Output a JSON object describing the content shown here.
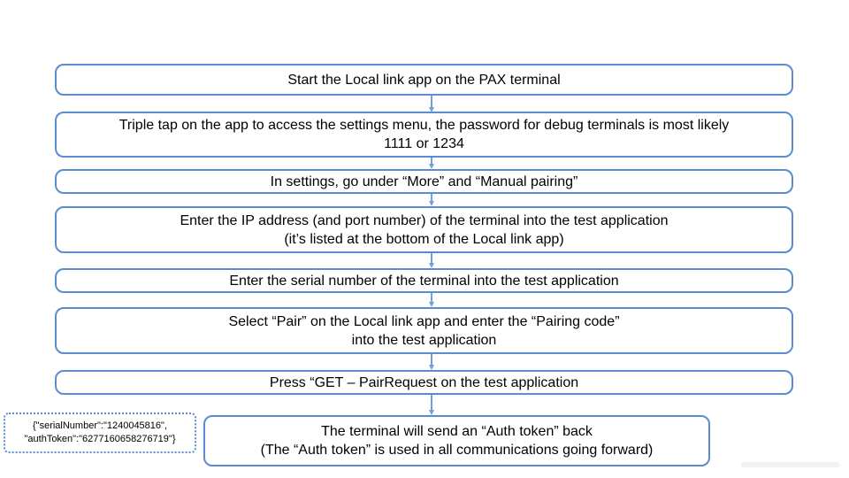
{
  "diagram": {
    "type": "flowchart",
    "colors": {
      "box_border": "#5b8bd0",
      "arrow": "#6fa0dd",
      "text": "#000000",
      "background": "#ffffff"
    },
    "steps": [
      {
        "lines": [
          "Start the Local link app on the PAX terminal"
        ]
      },
      {
        "lines": [
          "Triple tap on the app to access the settings menu, the password for debug terminals is most likely",
          "1111 or 1234"
        ]
      },
      {
        "lines": [
          "In settings, go under “More” and “Manual pairing”"
        ]
      },
      {
        "lines": [
          "Enter the IP address (and port number) of the terminal into the test application",
          "(it’s listed at the bottom of the Local link app)"
        ]
      },
      {
        "lines": [
          "Enter the serial number of the terminal into the test application"
        ]
      },
      {
        "lines": [
          "Select “Pair” on the Local link app and enter the “Pairing code”",
          "into the test application"
        ]
      },
      {
        "lines": [
          "Press “GET – PairRequest on the test application"
        ]
      },
      {
        "lines": [
          "The terminal will send an “Auth token” back",
          "(The “Auth token” is used in all communications going forward)"
        ]
      }
    ],
    "note": {
      "line1": "{\"serialNumber\":\"1240045816\",",
      "line2": "\"authToken\":\"6277160658276719\"}"
    }
  }
}
